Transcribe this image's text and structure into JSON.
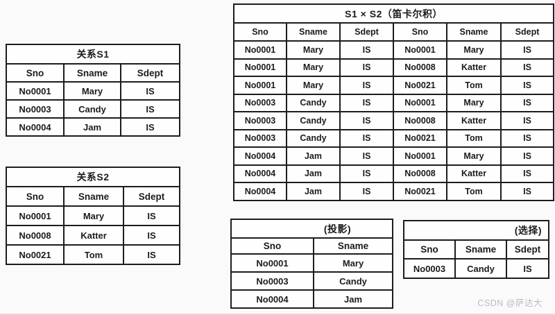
{
  "page": {
    "watermark": "CSDN @萨达大"
  },
  "colors": {
    "table_border": "#1c1c1c",
    "table_background": "#fefefe",
    "page_background": "#fbfafa",
    "watermark_text": "#b7bbc0",
    "bottom_accent_line": "#f3d2d8"
  },
  "tables": {
    "s1": {
      "title": "关系S1",
      "headers": [
        "Sno",
        "Sname",
        "Sdept"
      ],
      "rows": [
        [
          "No0001",
          "Mary",
          "IS"
        ],
        [
          "No0003",
          "Candy",
          "IS"
        ],
        [
          "No0004",
          "Jam",
          "IS"
        ]
      ]
    },
    "s2": {
      "title": "关系S2",
      "headers": [
        "Sno",
        "Sname",
        "Sdept"
      ],
      "rows": [
        [
          "No0001",
          "Mary",
          "IS"
        ],
        [
          "No0008",
          "Katter",
          "IS"
        ],
        [
          "No0021",
          "Tom",
          "IS"
        ]
      ]
    },
    "cartesian": {
      "title": "S1 × S2（笛卡尔积）",
      "headers": [
        "Sno",
        "Sname",
        "Sdept",
        "Sno",
        "Sname",
        "Sdept"
      ],
      "rows": [
        [
          "No0001",
          "Mary",
          "IS",
          "No0001",
          "Mary",
          "IS"
        ],
        [
          "No0001",
          "Mary",
          "IS",
          "No0008",
          "Katter",
          "IS"
        ],
        [
          "No0001",
          "Mary",
          "IS",
          "No0021",
          "Tom",
          "IS"
        ],
        [
          "No0003",
          "Candy",
          "IS",
          "No0001",
          "Mary",
          "IS"
        ],
        [
          "No0003",
          "Candy",
          "IS",
          "No0008",
          "Katter",
          "IS"
        ],
        [
          "No0003",
          "Candy",
          "IS",
          "No0021",
          "Tom",
          "IS"
        ],
        [
          "No0004",
          "Jam",
          "IS",
          "No0001",
          "Mary",
          "IS"
        ],
        [
          "No0004",
          "Jam",
          "IS",
          "No0008",
          "Katter",
          "IS"
        ],
        [
          "No0004",
          "Jam",
          "IS",
          "No0021",
          "Tom",
          "IS"
        ]
      ]
    },
    "projection": {
      "title": "(投影)",
      "headers": [
        "Sno",
        "Sname"
      ],
      "rows": [
        [
          "No0001",
          "Mary"
        ],
        [
          "No0003",
          "Candy"
        ],
        [
          "No0004",
          "Jam"
        ]
      ]
    },
    "selection": {
      "title": "(选择)",
      "headers": [
        "Sno",
        "Sname",
        "Sdept"
      ],
      "rows": [
        [
          "No0003",
          "Candy",
          "IS"
        ]
      ]
    }
  }
}
